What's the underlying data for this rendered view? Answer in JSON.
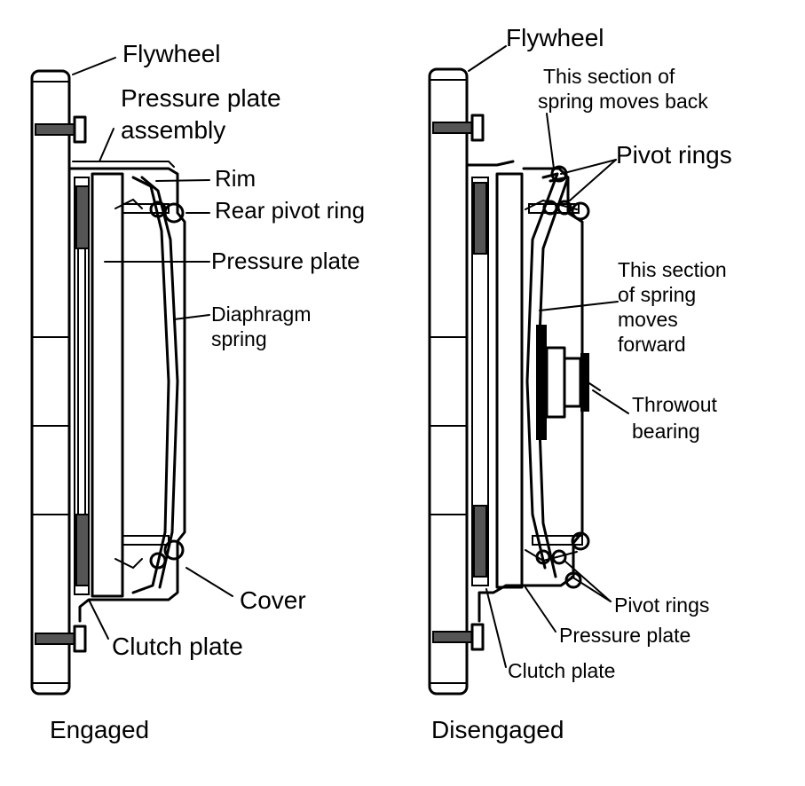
{
  "engaged": {
    "caption": "Engaged",
    "labels": {
      "flywheel": "Flywheel",
      "pressure_plate_assembly_1": "Pressure plate",
      "pressure_plate_assembly_2": "assembly",
      "rim": "Rim",
      "rear_pivot_ring": "Rear pivot ring",
      "pressure_plate": "Pressure plate",
      "diaphragm_1": "Diaphragm",
      "diaphragm_2": "spring",
      "cover": "Cover",
      "clutch_plate": "Clutch plate"
    }
  },
  "disengaged": {
    "caption": "Disengaged",
    "labels": {
      "flywheel": "Flywheel",
      "section_back_1": "This section of",
      "section_back_2": "spring moves back",
      "pivot_rings_top": "Pivot rings",
      "section_forward_1": "This section",
      "section_forward_2": "of spring",
      "section_forward_3": "moves",
      "section_forward_4": "forward",
      "throwout_1": "Throwout",
      "throwout_2": "bearing",
      "pivot_rings_bottom": "Pivot rings",
      "pressure_plate": "Pressure plate",
      "clutch_plate": "Clutch plate"
    }
  }
}
